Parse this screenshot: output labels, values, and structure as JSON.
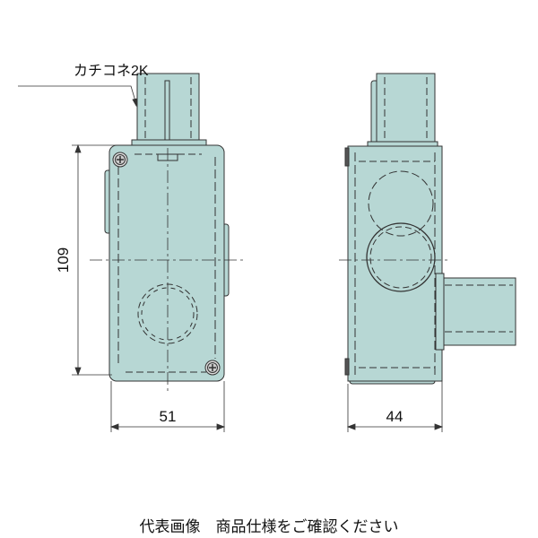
{
  "callout_label": "カチコネ2K",
  "dimensions": {
    "height": "109",
    "front_width": "51",
    "side_width": "44"
  },
  "footer_note": "代表画像　商品仕様をご確認ください",
  "colors": {
    "body": "#b7d7d4",
    "line": "#333333"
  }
}
